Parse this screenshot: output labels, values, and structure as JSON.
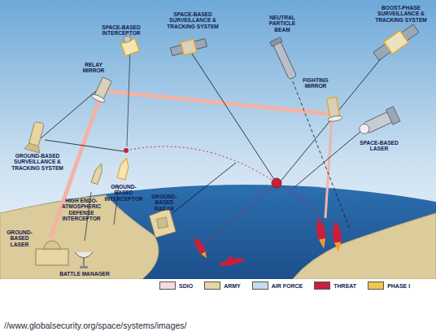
{
  "diagram": {
    "caption": "//www.globalsecurity.org/space/systems/images/",
    "labels": [
      "SPACE-BASED INTERCEPTOR",
      "SPACE-BASED SURVEILLANCE & TRACKING SYSTEM",
      "NEUTRAL PARTICLE BEAM",
      "BOOST-PHASE SURVEILLANCE & TRACKING SYSTEM",
      "RELAY MIRROR",
      "FIGHTING MIRROR",
      "SPACE-BASED LASER",
      "GROUND-BASED SURVEILLANCE & TRACKING SYSTEM",
      "HIGH ENDO-ATMOSPHERIC DEFENSE INTERCEPTOR",
      "GROUND-BASED INTERCEPTOR",
      "GROUND-BASED RADAR",
      "GROUND-BASED LASER",
      "BATTLE MANAGER"
    ],
    "legend": [
      {
        "text": "SDIO",
        "color": "#f6dbe3"
      },
      {
        "text": "ARMY",
        "color": "#e6d6a4"
      },
      {
        "text": "AIR FORCE",
        "color": "#c6dbef"
      },
      {
        "text": "THREAT",
        "color": "#c8203a"
      },
      {
        "text": "PHASE I",
        "color": "#f2c64e"
      }
    ]
  }
}
